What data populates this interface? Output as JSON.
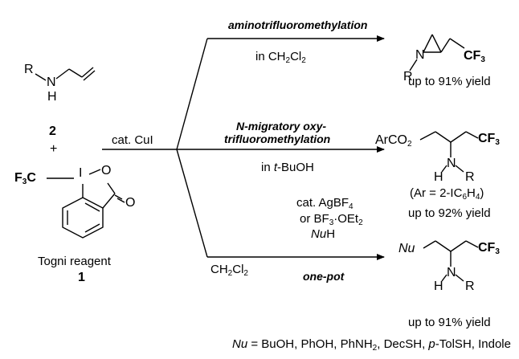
{
  "reactant_amine": {
    "R": "R",
    "N": "N",
    "H": "H",
    "number": "2"
  },
  "plus": "+",
  "togni": {
    "F3C_prefix": "F",
    "F3C_sub": "3",
    "F3C_suffix": "C",
    "I": "I",
    "O_ring": "O",
    "O_carbonyl": "O",
    "name": "Togni reagent",
    "number": "1"
  },
  "catalyst": "cat. CuI",
  "branch_top": {
    "title": "aminotrifluoromethylation",
    "solvent_prefix": "in CH",
    "solvent_sub1": "2",
    "solvent_mid": "Cl",
    "solvent_sub2": "2",
    "product": {
      "N": "N",
      "R": "R",
      "CF3_prefix": "CF",
      "CF3_sub": "3"
    },
    "yield": "up to 91% yield"
  },
  "branch_middle": {
    "title_line1": "N-migratory oxy-",
    "title_line2": "trifluoromethylation",
    "solvent_prefix": "in ",
    "solvent_italic": "t",
    "solvent_suffix": "-BuOH",
    "product": {
      "ArCO2_prefix": "ArCO",
      "ArCO2_sub": "2",
      "CF3_prefix": "CF",
      "CF3_sub": "3",
      "H": "H",
      "N": "N",
      "R": "R"
    },
    "ar_note_prefix": "(Ar = 2-IC",
    "ar_note_sub1": "6",
    "ar_note_mid": "H",
    "ar_note_sub2": "4",
    "ar_note_suffix": ")",
    "yield": "up to 92% yield"
  },
  "branch_bottom": {
    "solvent_prefix": "CH",
    "solvent_sub1": "2",
    "solvent_mid": "Cl",
    "solvent_sub2": "2",
    "reagent_line1_prefix": "cat. AgBF",
    "reagent_line1_sub": "4",
    "reagent_line2_prefix": "or BF",
    "reagent_line2_sub": "3",
    "reagent_line2_suffix": "·OEt",
    "reagent_line2_sub2": "2",
    "reagent_line3_italic": "Nu",
    "reagent_line3_suffix": "H",
    "label": "one-pot",
    "product": {
      "Nu": "Nu",
      "CF3_prefix": "CF",
      "CF3_sub": "3",
      "H": "H",
      "N": "N",
      "R": "R"
    },
    "yield": "up to 91% yield"
  },
  "footnote": {
    "Nu": "Nu",
    "eq_prefix": " = BuOH, PhOH, PhNH",
    "eq_sub": "2",
    "eq_mid": ", DecSH, ",
    "p_italic": "p",
    "eq_suffix": "-TolSH, Indole"
  }
}
